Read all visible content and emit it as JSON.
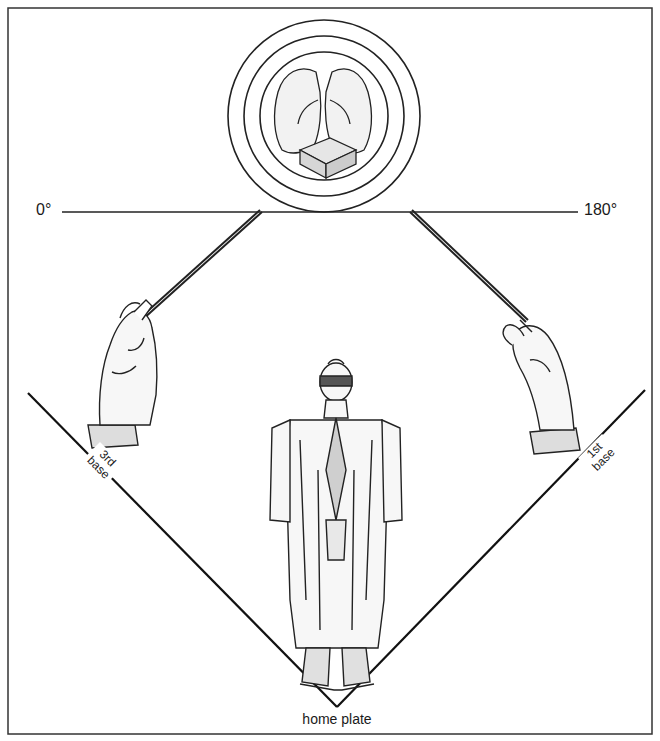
{
  "diagram": {
    "labels": [
      "0°",
      "180°",
      "3rd base",
      "1st base",
      "home plate"
    ]
  }
}
